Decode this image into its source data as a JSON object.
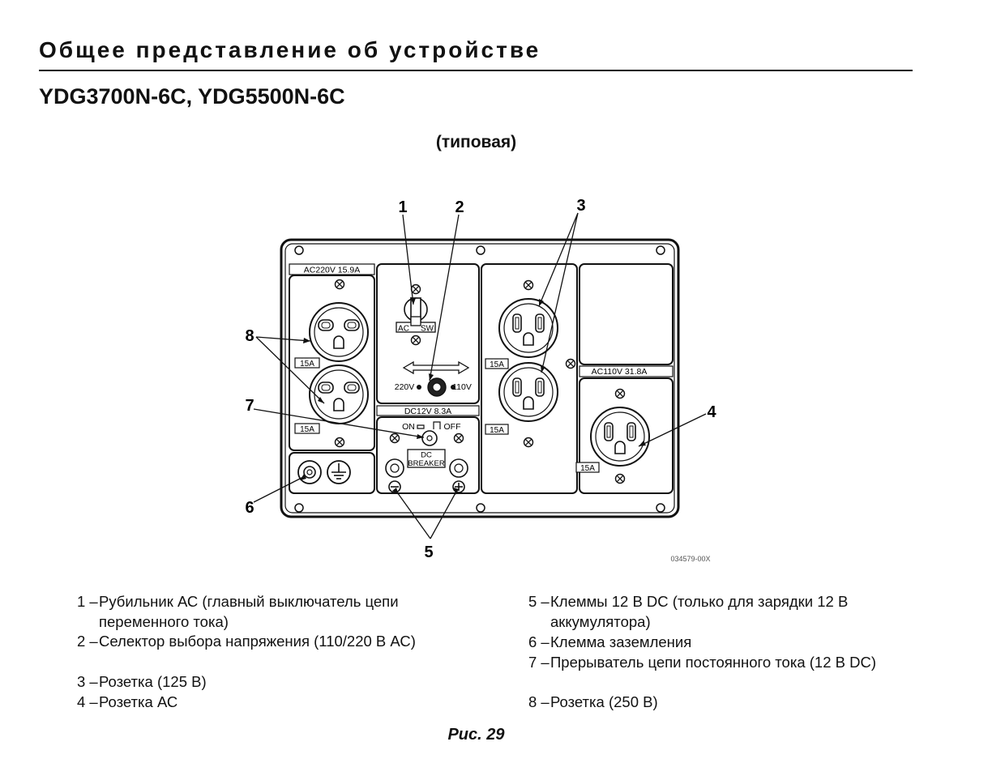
{
  "header": {
    "section_title": "Общее представление об устройстве",
    "model_title": "YDG3700N-6C, YDG5500N-6C",
    "subtitle": "(типовая)"
  },
  "diagram": {
    "callouts": [
      "1",
      "2",
      "3",
      "4",
      "5",
      "6",
      "7",
      "8"
    ],
    "labels": {
      "ac220": "AC220V 15.9A",
      "ac_sw_left": "AC",
      "ac_sw_right": "SW",
      "v220": "220V",
      "v110": "110V",
      "dc12": "DC12V 8.3A",
      "on": "ON",
      "off": "OFF",
      "dc": "DC",
      "breaker": "BREAKER",
      "ac110": "AC110V  31.8A",
      "a15_left_top": "15A",
      "a15_left_bottom": "15A",
      "a15_mid_top": "15A",
      "a15_mid_bottom": "15A",
      "a15_right": "15A",
      "ref_code": "034579-00X"
    }
  },
  "legend": {
    "items": [
      {
        "num": "1 –",
        "text": "Рубильник АС (главный выключатель цепи переменного тока)"
      },
      {
        "num": "2 –",
        "text": "Селектор выбора напряжения (110/220 В АС)"
      },
      {
        "num": "3 –",
        "text": "Розетка (125 В)"
      },
      {
        "num": "4 –",
        "text": "Розетка АС"
      },
      {
        "num": "5 –",
        "text": "Клеммы 12 В DC (только для зарядки 12 В аккумулятора)"
      },
      {
        "num": "6 –",
        "text": "Клемма заземления"
      },
      {
        "num": "7 –",
        "text": "Прерыватель цепи постоянного тока (12 В DC)"
      },
      {
        "num": "8 –",
        "text": "Розетка (250 В)"
      }
    ]
  },
  "figure": {
    "caption": "Рис. 29"
  }
}
